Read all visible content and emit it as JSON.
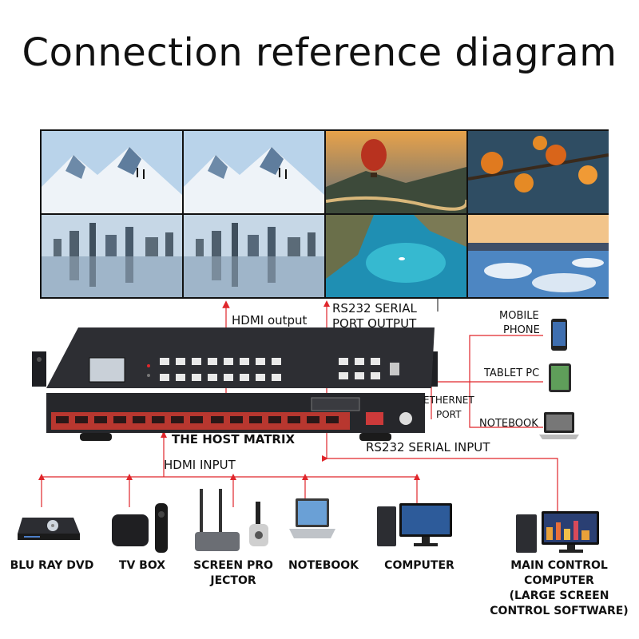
{
  "title": "Connection reference diagram",
  "labels": {
    "hdmi_output": "HDMI output",
    "rs232_output_line1": "RS232 SERIAL",
    "rs232_output_line2": "PORT OUTPUT",
    "host_matrix": "THE HOST MATRIX",
    "hdmi_input": "HDMI INPUT",
    "rs232_input": "RS232 SERIAL INPUT",
    "ethernet_line1": "ETHERNET",
    "ethernet_line2": "PORT"
  },
  "control_devices": [
    {
      "line1": "MOBILE",
      "line2": "PHONE"
    },
    {
      "line1": "TABLET PC",
      "line2": ""
    },
    {
      "line1": "NOTEBOOK",
      "line2": ""
    }
  ],
  "input_devices": [
    {
      "label": "BLU RAY DVD"
    },
    {
      "label": "TV BOX"
    },
    {
      "label_line1": "SCREEN PRO",
      "label_line2": "JECTOR"
    },
    {
      "label": "NOTEBOOK"
    },
    {
      "label": "COMPUTER"
    }
  ],
  "main_control": {
    "line1": "MAIN CONTROL",
    "line2": "COMPUTER",
    "line3": "(LARGE SCREEN",
    "line4": "CONTROL SOFTWARE)"
  },
  "colors": {
    "arrow": "#e0262b",
    "device_dark": "#2a2b30",
    "hdmi_port": "#c93a3a"
  },
  "video_wall_tiles": [
    "snow-mountain-hikers-icon",
    "snow-mountain-hikers-icon",
    "hot-air-balloon-valley-icon",
    "autumn-leaves-icon",
    "city-skyline-reflection-icon",
    "city-skyline-reflection-icon",
    "tropical-bay-icon",
    "frozen-lake-icon"
  ]
}
